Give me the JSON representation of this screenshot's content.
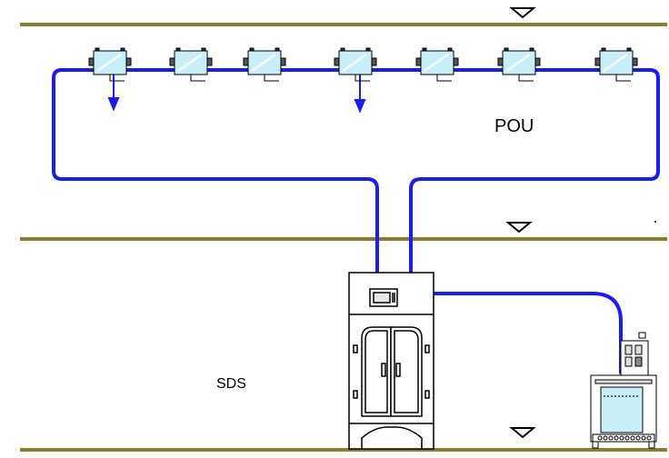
{
  "labels": {
    "pou": "POU",
    "sds": "SDS"
  },
  "valve_count": 7,
  "colors": {
    "floor_line": "#8b7d2a",
    "pipe": "#1a1aff",
    "valve_fill": "#c8eef8",
    "cabinet_fill": "#ffffff",
    "outline": "#000000",
    "tank_fill": "#c8eef8"
  },
  "icons": [
    "level-marker-icon",
    "valve-box-icon",
    "drain-arrow-icon",
    "display-screen-icon",
    "cabinet-handle-icon"
  ]
}
